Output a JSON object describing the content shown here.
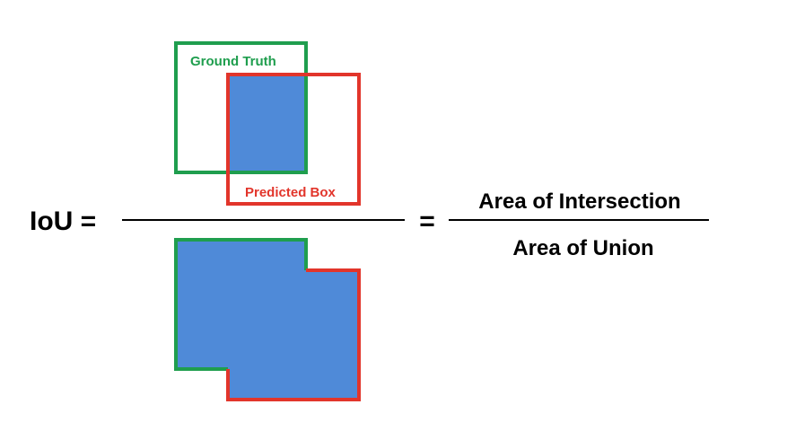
{
  "diagram": {
    "iou_label": "IoU =",
    "equals_sign": "=",
    "ground_truth_label": "Ground Truth",
    "predicted_box_label": "Predicted Box",
    "numerator_label": "Area of Intersection",
    "denominator_label": "Area of Union"
  },
  "colors": {
    "ground_truth": "#1f9e4e",
    "predicted": "#e2352b",
    "fill": "#4f8ad8",
    "text": "#000000"
  }
}
